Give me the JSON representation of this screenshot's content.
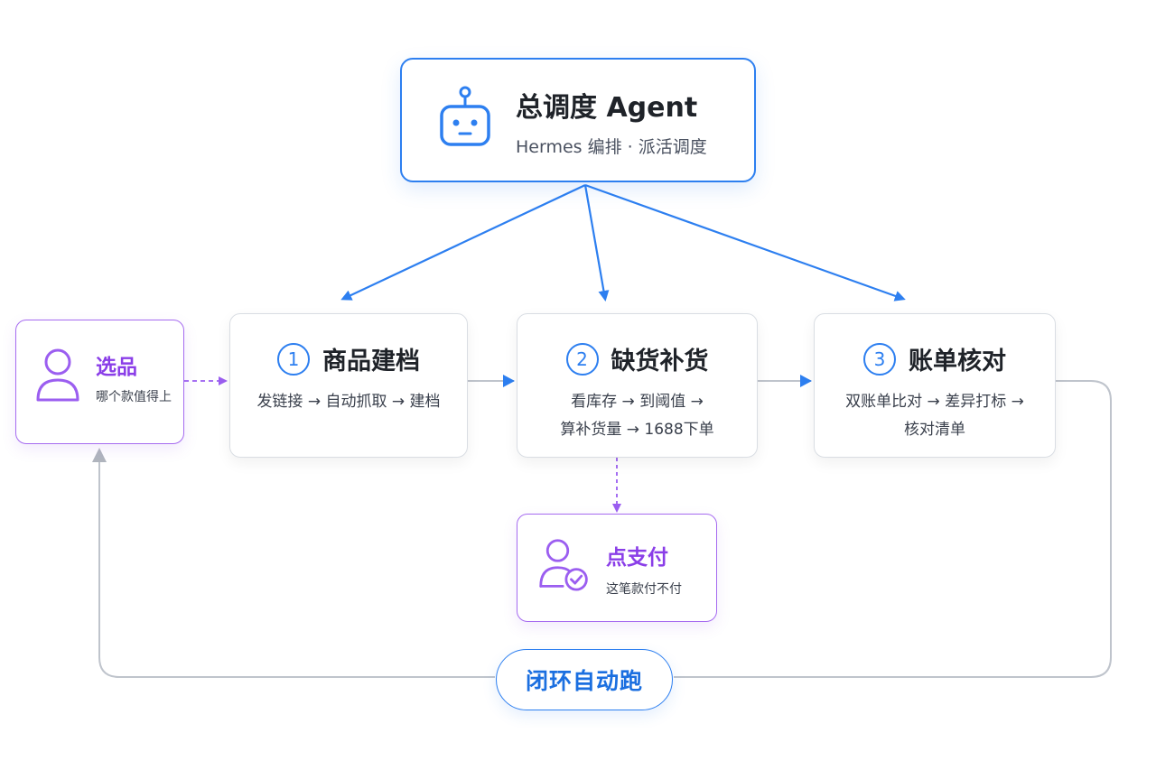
{
  "agent": {
    "title": "总调度 Agent",
    "subtitle": "Hermes 编排 · 派活调度",
    "icon": "robot-icon"
  },
  "steps": [
    {
      "number": "1",
      "title": "商品建档",
      "desc_lines": [
        "发链接 → 自动抓取 → 建档"
      ]
    },
    {
      "number": "2",
      "title": "缺货补货",
      "desc_lines": [
        "看库存 → 到阈值 →",
        "算补货量 → 1688下单"
      ]
    },
    {
      "number": "3",
      "title": "账单核对",
      "desc_lines": [
        "双账单比对 → 差异打标 →",
        "核对清单"
      ]
    }
  ],
  "human_select": {
    "title": "选品",
    "desc": "哪个款值得上",
    "icon": "person-icon"
  },
  "human_pay": {
    "title": "点支付",
    "desc": "这笔款付不付",
    "icon": "person-check-icon"
  },
  "loop": {
    "label": "闭环自动跑"
  },
  "colors": {
    "blue": "#2d7ff0",
    "purple": "#a66bf0",
    "gray_line": "#bfc4cc",
    "text": "#1f2329"
  }
}
